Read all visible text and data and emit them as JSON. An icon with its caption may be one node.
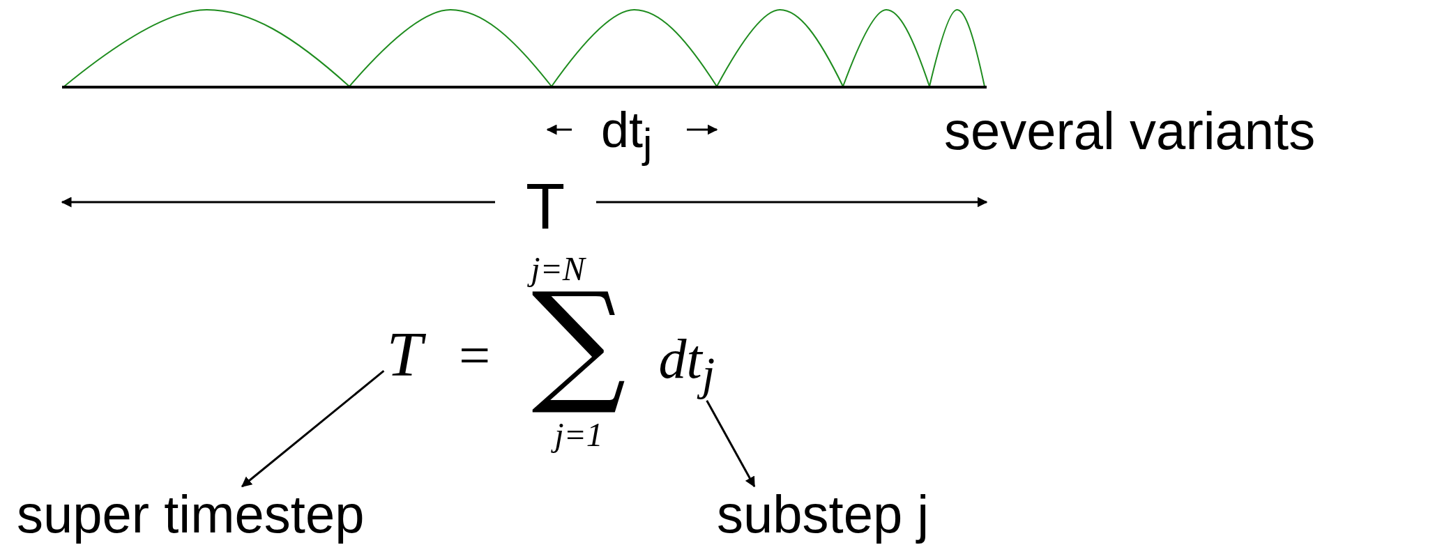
{
  "diagram": {
    "nodes": [
      {
        "text": [
          "T"
        ]
      },
      {
        "text": [
          "dt$_{j}$"
        ]
      },
      {
        "text": [
          "super timestep"
        ]
      },
      {
        "text": [
          "substep j"
        ]
      }
    ],
    "edges": [
      {
        "from": 0,
        "to": 2,
        "arrow": "to"
      },
      {
        "from": 1,
        "to": 3,
        "arrow": "to"
      }
    ],
    "labels": [
      "dt$_{j}$",
      "several variants",
      "T",
      "j=N",
      "=",
      "∑",
      "j=1"
    ]
  }
}
